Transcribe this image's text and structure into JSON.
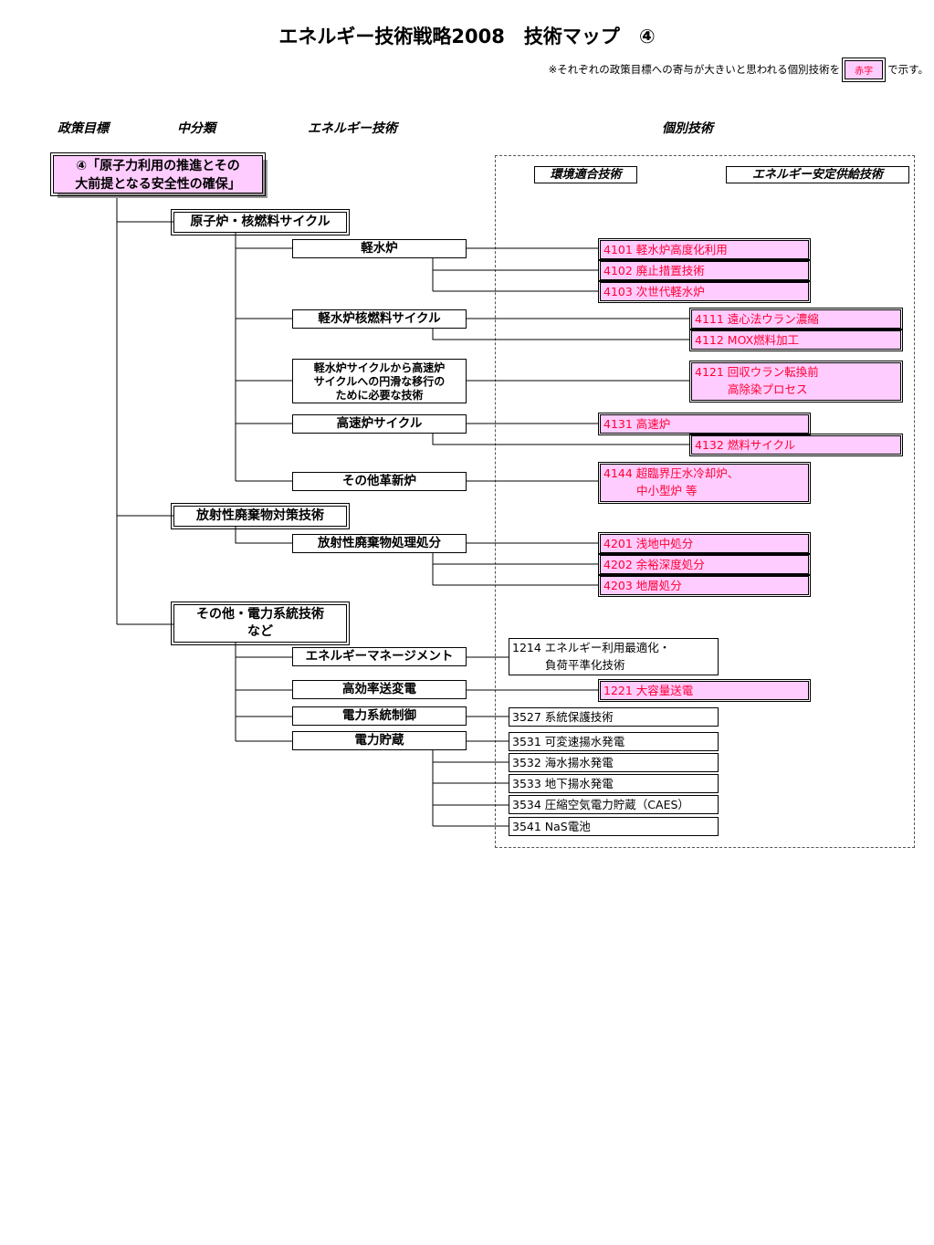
{
  "title": "エネルギー技術戦略2008　技術マップ　④",
  "note": {
    "before": "※それぞれの政策目標への寄与が大きいと思われる個別技術を",
    "badge": "赤字",
    "after": "で示す。"
  },
  "column_headers": {
    "policy": "政策目標",
    "middle": "中分類",
    "energy_tech": "エネルギー技術",
    "individual": "個別技術"
  },
  "sub_headers": {
    "environment": "環境適合技術",
    "supply": "エネルギー安定供給技術"
  },
  "goal": {
    "line1": "④「原子力利用の推進とその",
    "line2": "大前提となる安全性の確保」"
  },
  "middle": [
    "原子炉・核燃料サイクル",
    "放射性廃棄物対策技術",
    "その他・電力系統技術",
    "など"
  ],
  "energy_tech": [
    "軽水炉",
    "軽水炉核燃料サイクル",
    "軽水炉サイクルから高速炉",
    "サイクルへの円滑な移行の",
    "ために必要な技術",
    "高速炉サイクル",
    "その他革新炉",
    "放射性廃棄物処理処分",
    "エネルギーマネージメント",
    "高効率送変電",
    "電力系統制御",
    "電力貯蔵"
  ],
  "techs": {
    "t4101": "4101 軽水炉高度化利用",
    "t4102": "4102 廃止措置技術",
    "t4103": "4103 次世代軽水炉",
    "t4111": "4111 遠心法ウラン濃縮",
    "t4112": "4112 MOX燃料加工",
    "t4121a": "4121 回収ウラン転換前",
    "t4121b": "高除染プロセス",
    "t4131": "4131 高速炉",
    "t4132": "4132 燃料サイクル",
    "t4144a": "4144 超臨界圧水冷却炉、",
    "t4144b": "中小型炉 等",
    "t4201": "4201 浅地中処分",
    "t4202": "4202 余裕深度処分",
    "t4203": "4203 地層処分",
    "t1214a": "1214 エネルギー利用最適化・",
    "t1214b": "負荷平準化技術",
    "t1221": "1221 大容量送電",
    "t3527": "3527 系統保護技術",
    "t3531": "3531 可変速揚水発電",
    "t3532": "3532 海水揚水発電",
    "t3533": "3533 地下揚水発電",
    "t3534": "3534 圧縮空気電力貯蔵（CAES）",
    "t3541": "3541 NaS電池"
  },
  "colors": {
    "highlight_fill": "#ffccff",
    "highlight_text": "#ff0033"
  }
}
